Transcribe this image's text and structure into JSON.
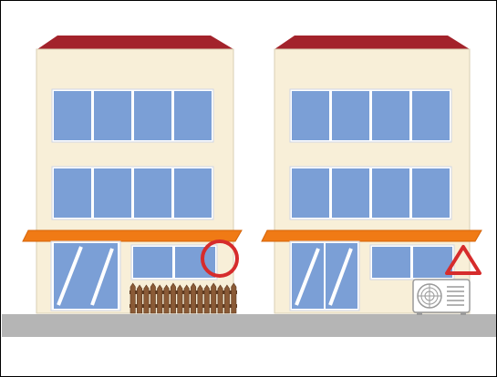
{
  "colors": {
    "border": "#000000",
    "roof": "#a3232b",
    "wall": "#f8efd8",
    "wall_edge": "#d9cfb4",
    "window_glass": "#7b9fd6",
    "window_frame": "#ffffff",
    "awning": "#f07a15",
    "awning_dark": "#d4640a",
    "ground": "#b5b5b5",
    "fence": "#8a5a36",
    "fence_dark": "#5e3a20",
    "marker": "#d62c2c",
    "ac_unit": "#ffffff",
    "ac_outline": "#9a9a9a"
  },
  "scene": {
    "buildings": [
      {
        "id": "left-building",
        "storefront_element": "wooden-fence",
        "marker": "circle"
      },
      {
        "id": "right-building",
        "storefront_element": "air-conditioner-outdoor-unit",
        "marker": "triangle"
      }
    ],
    "icons": [
      "circle-mark-icon",
      "triangle-mark-icon",
      "fence-icon",
      "air-conditioner-icon"
    ]
  }
}
